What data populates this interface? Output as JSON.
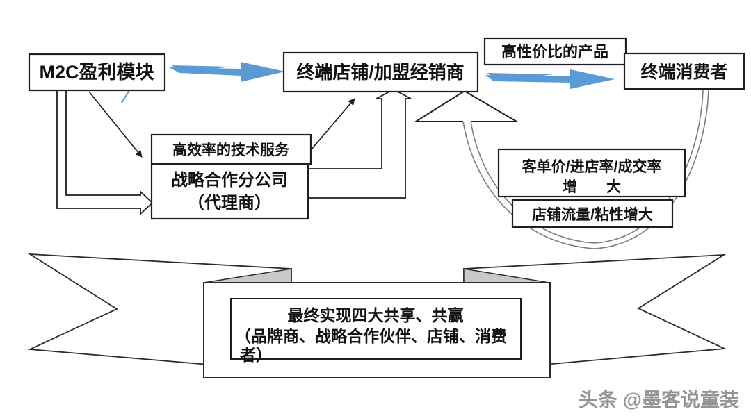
{
  "nodes": {
    "m2c": "M2C盈利模块",
    "terminal_store": "终端店铺/加盟经销商",
    "product_label": "高性价比的产品",
    "consumer": "终端消费者",
    "tech_service": "高效率的技术服务",
    "branch_line1": "战略合作分公司",
    "branch_line2": "（代理商）",
    "order_line1": "客单价/进店率/成交率",
    "order_line2": "增　　大",
    "traffic": "店铺流量/粘性增大",
    "banner_line1": "最终实现四大共享、共赢",
    "banner_line2": "（品牌商、战略合作伙伴、店铺、消费",
    "banner_line3": "者）"
  },
  "watermark": "头条 @墨客说童装",
  "colors": {
    "arrow_blue": "#5b9bd5",
    "accent_green": "#4a7c3f",
    "line": "#1f1f1f",
    "arc_gray": "#7d7d7d",
    "watermark_gray": "#8f8f8f"
  }
}
